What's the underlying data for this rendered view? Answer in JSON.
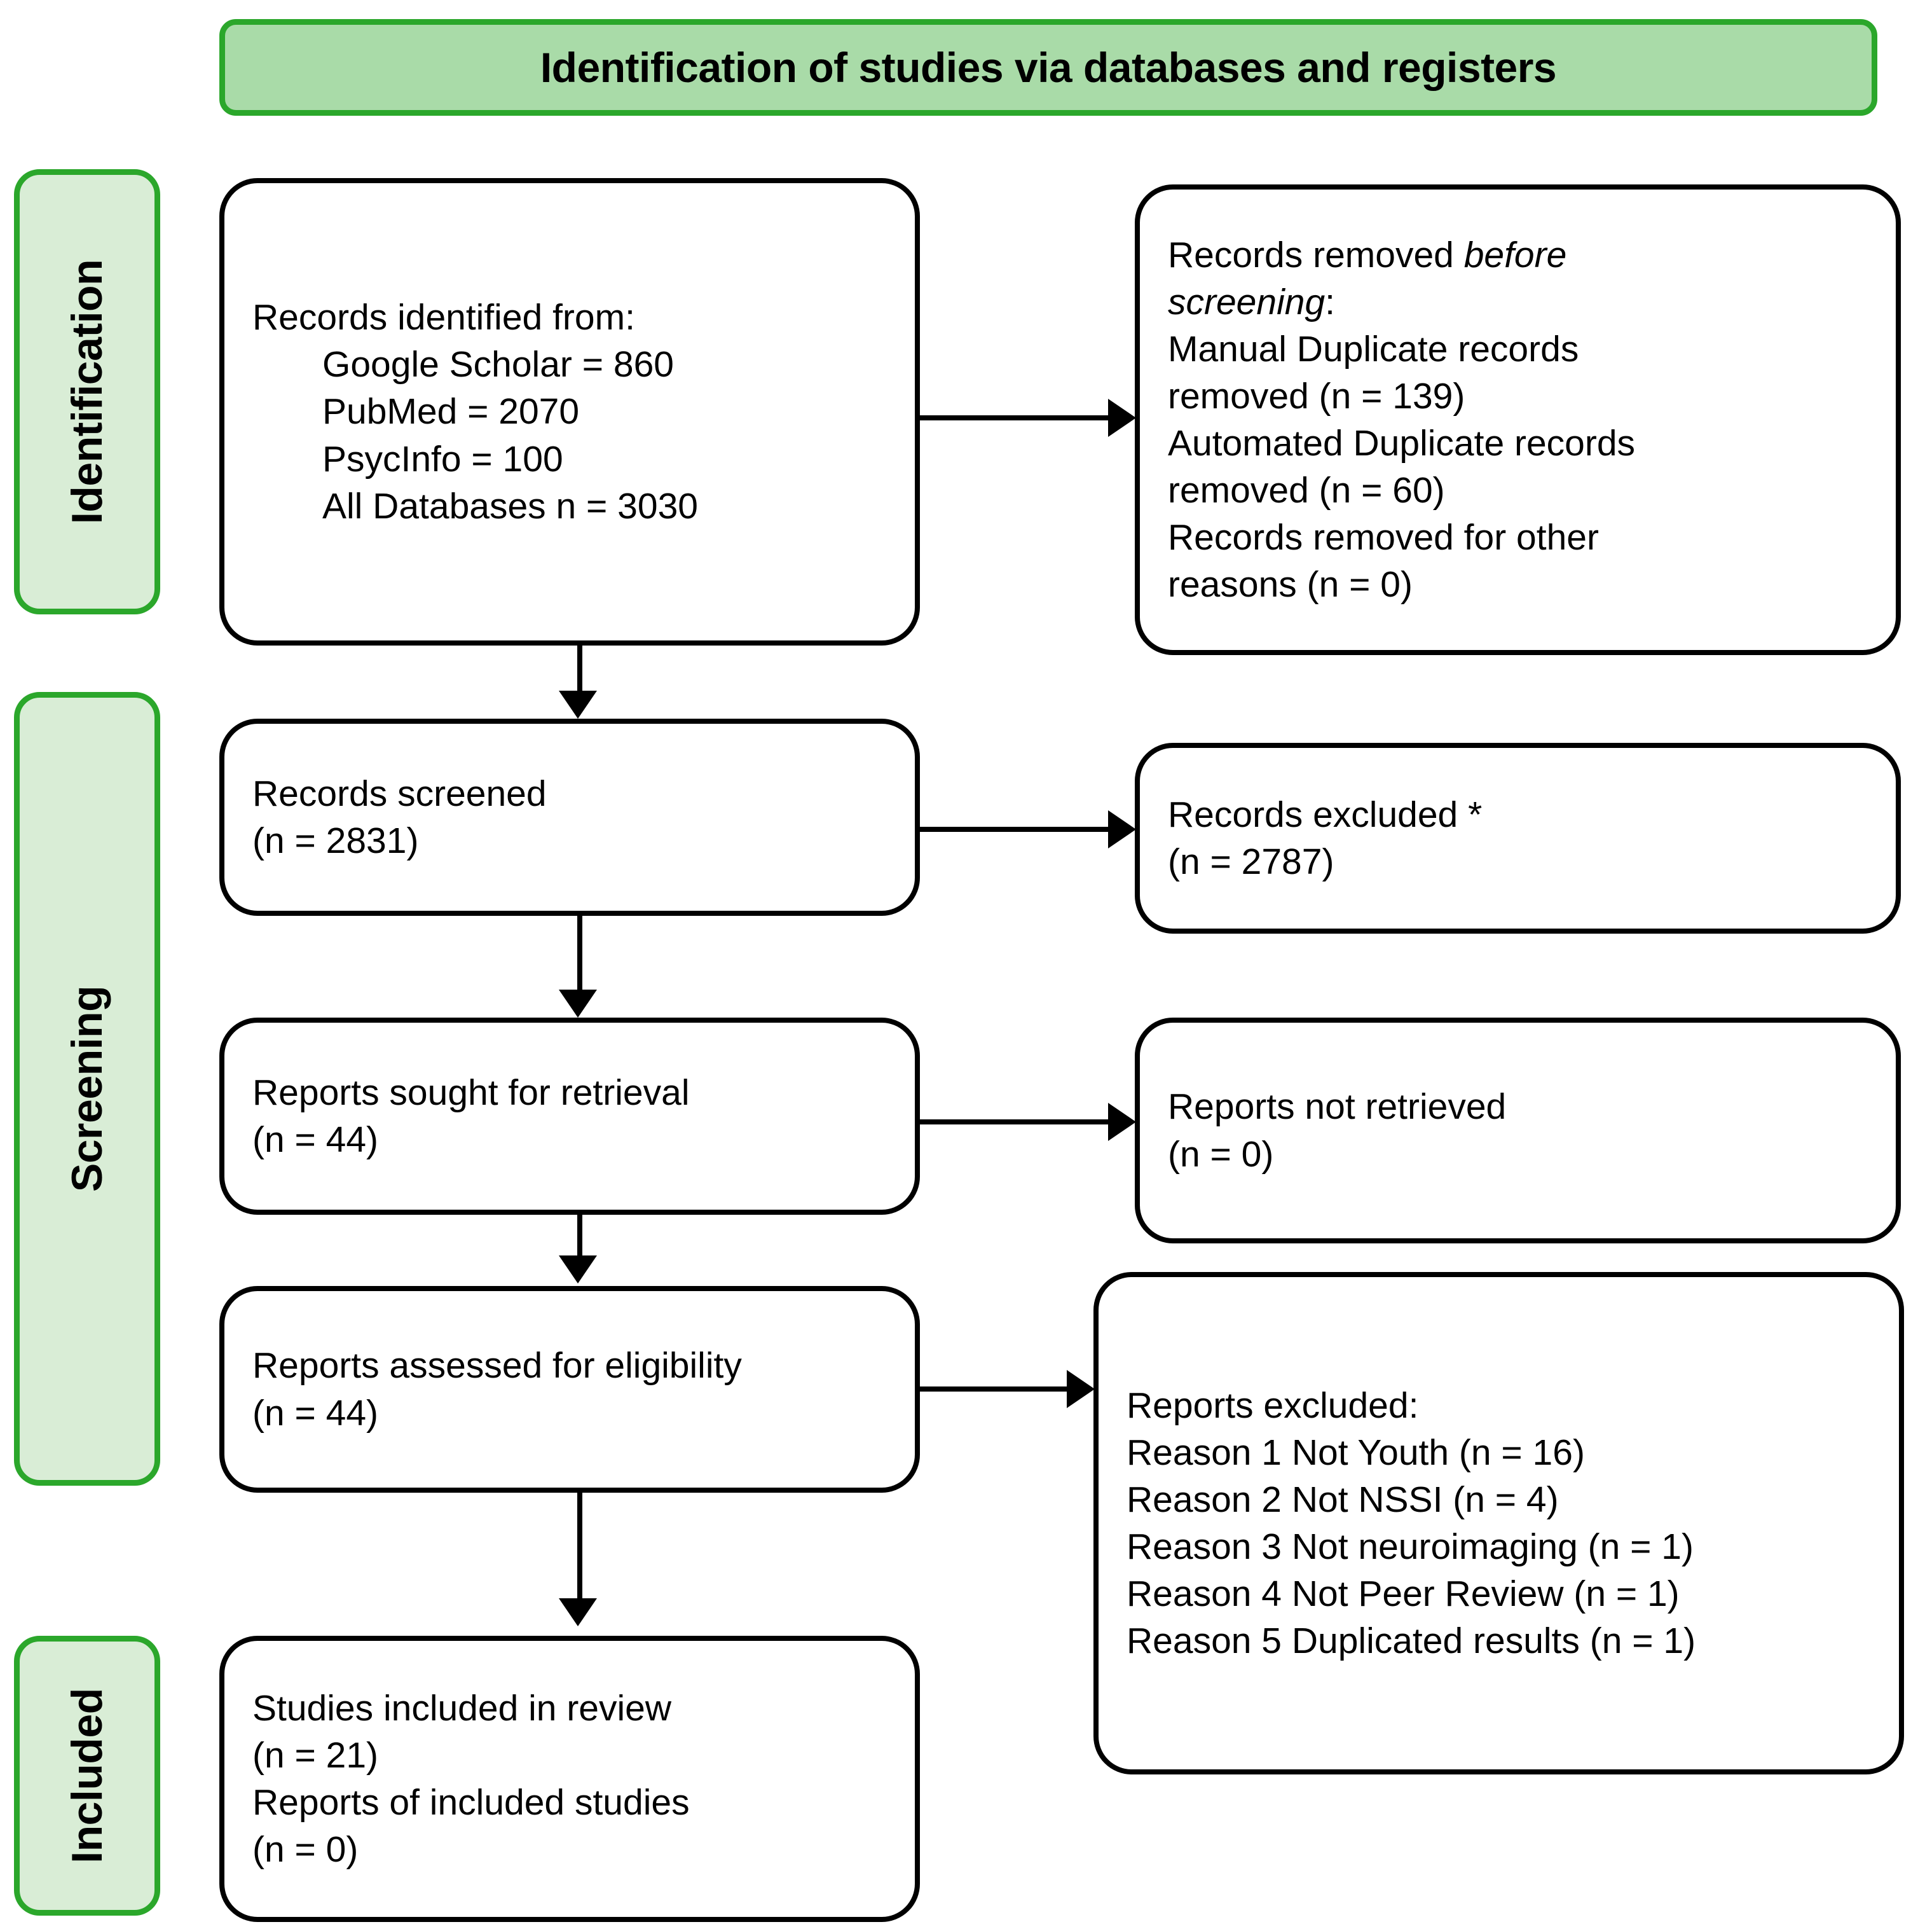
{
  "banner": {
    "title": "Identification of studies via databases and registers"
  },
  "stages": [
    {
      "id": "identification",
      "label": "Identification"
    },
    {
      "id": "screening",
      "label": "Screening"
    },
    {
      "id": "included",
      "label": "Included"
    }
  ],
  "nodes": {
    "identified": {
      "line1": "Records identified from:",
      "line2": "Google Scholar = 860",
      "line3": "PubMed = 2070",
      "line4": "PsycInfo = 100",
      "line5": "All Databases n = 3030"
    },
    "removed": {
      "line1_prefix": "Records removed ",
      "line1_em": "before",
      "line2_em": "screening",
      "line2_suffix": ":",
      "line3": "Manual Duplicate records",
      "line4": "removed (n = 139)",
      "line5": "Automated Duplicate records",
      "line6": "removed (n = 60)",
      "line7": "Records removed for other",
      "line8": "reasons (n = 0)"
    },
    "screened": {
      "line1": "Records screened",
      "line2": "(n = 2831)"
    },
    "excluded": {
      "line1": "Records excluded *",
      "line2": "(n = 2787)"
    },
    "sought": {
      "line1": "Reports sought for retrieval",
      "line2": "(n = 44)"
    },
    "not_retrieved": {
      "line1": "Reports not retrieved",
      "line2": "(n = 0)"
    },
    "assessed": {
      "line1": "Reports assessed for eligibility",
      "line2": "(n = 44)"
    },
    "reports_excluded": {
      "line1": "Reports excluded:",
      "line2": "Reason 1 Not Youth (n = 16)",
      "line3": "Reason 2 Not NSSI (n = 4)",
      "line4": "Reason 3 Not neuroimaging (n = 1)",
      "line5": "Reason 4 Not Peer Review (n = 1)",
      "line6": "Reason 5 Duplicated results (n = 1)"
    },
    "included": {
      "line1": "Studies included in review",
      "line2": "(n = 21)",
      "line3": "Reports of included studies",
      "line4": "(n = 0)"
    }
  },
  "colors": {
    "banner_fill": "#A9DBA8",
    "stage_fill": "#D9EDD6",
    "green_border": "#2BA72B",
    "node_border": "#000000",
    "text": "#000000"
  }
}
